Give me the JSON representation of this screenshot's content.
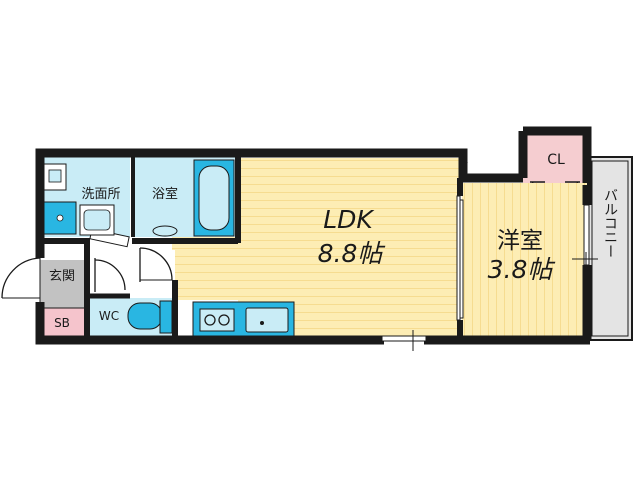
{
  "rooms": {
    "ldk": {
      "name": "LDK",
      "size": "8.8帖"
    },
    "western": {
      "name": "洋室",
      "size": "3.8帖"
    },
    "closet": "CL",
    "balcony": "バルコニー",
    "washroom": "洗面所",
    "bathroom": "浴室",
    "entrance": "玄関",
    "shoe_box": "SB",
    "toilet": "WC"
  },
  "colors": {
    "wall": "#1a1a1a",
    "ldk_floor": "#fdedb4",
    "ldk_stripe": "#f6dc90",
    "wet_area": "#c9ecf6",
    "kitchen_counter": "#29b6e2",
    "entrance_floor": "#c2c2c2",
    "shoe_box_floor": "#f5c4cc",
    "closet_floor": "#f5cdd0",
    "balcony_floor": "#e4e4e4"
  }
}
